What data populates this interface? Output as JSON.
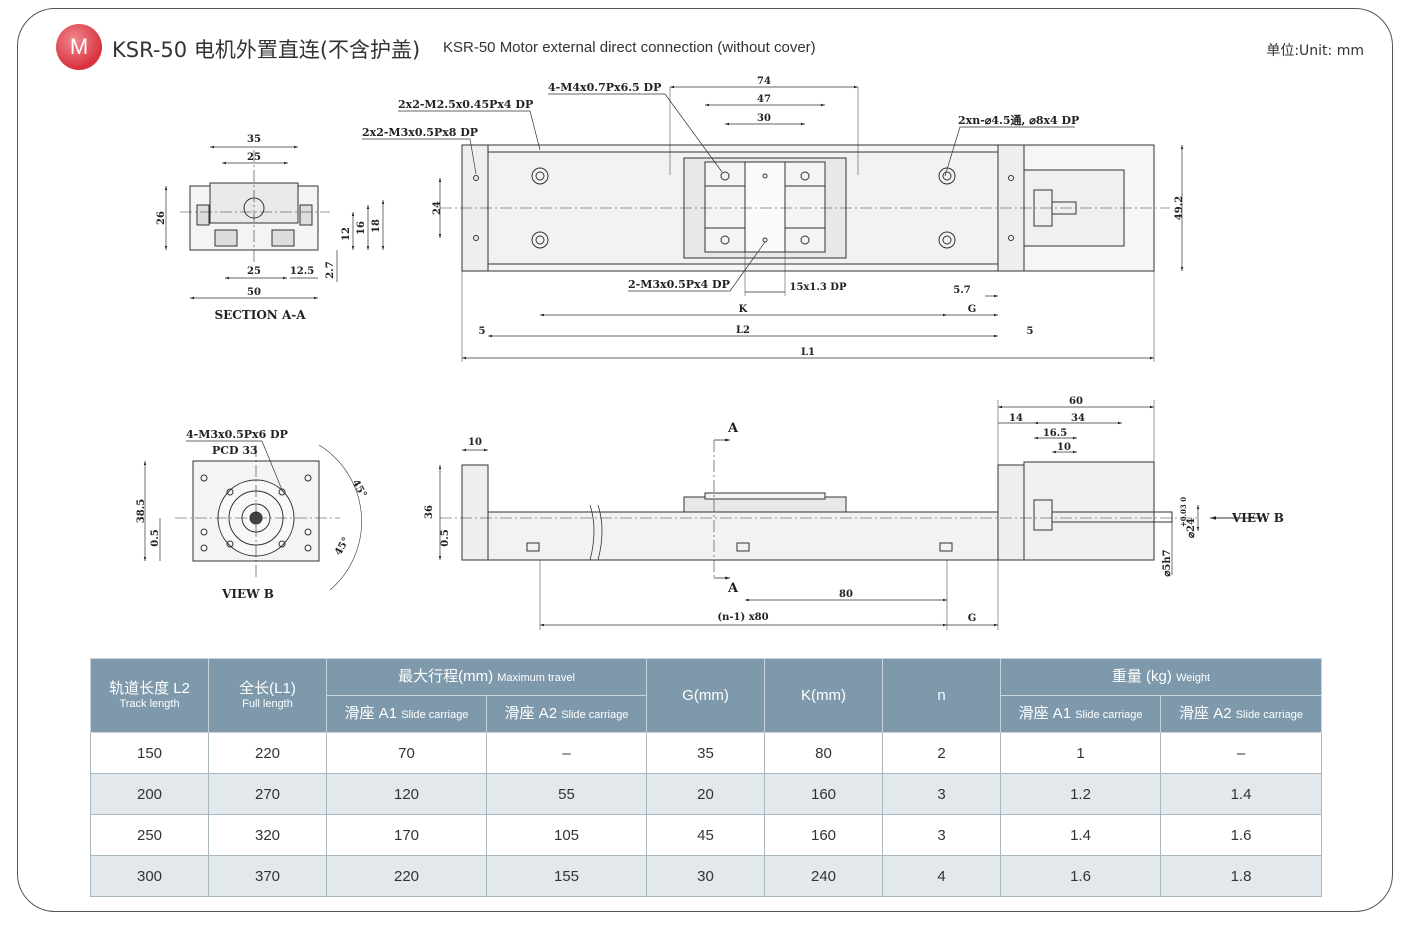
{
  "header": {
    "badge": "M",
    "title_cn": "KSR-50 电机外置直连(不含护盖)",
    "title_en": "KSR-50 Motor  external direct connection (without cover)",
    "unit": "单位:Unit: mm"
  },
  "drawing_labels": {
    "section_title": "SECTION A-A",
    "view_b_title": "VIEW B",
    "view_b_arrow": "VIEW B",
    "sec_35": "35",
    "sec_25top": "25",
    "sec_26": "26",
    "sec_25bot": "25",
    "sec_125": "12.5",
    "sec_50": "50",
    "sec_12": "12",
    "sec_16": "16",
    "sec_18": "18",
    "sec_27": "2.7",
    "top_m25": "2x2-M2.5x0.45Px4 DP",
    "top_m3": "2x2-M3x0.5Px8 DP",
    "top_m4": "4-M4x0.7Px6.5 DP",
    "top_74": "74",
    "top_47": "47",
    "top_30": "30",
    "top_hole": "2xn-⌀4.5通, ⌀8x4 DP",
    "top_24": "24",
    "top_492": "49.2",
    "top_m3b": "2-M3x0.5Px4 DP",
    "top_15": "15x1.3 DP",
    "top_57": "5.7",
    "top_k": "K",
    "top_g": "G",
    "top_5a": "5",
    "top_l2": "L2",
    "top_5b": "5",
    "top_l1": "L1",
    "vb_m3": "4-M3x0.5Px6 DP",
    "vb_pcd": "PCD 33",
    "vb_45a": "45°",
    "vb_45b": "45°",
    "vb_385": "38.5",
    "vb_05": "0.5",
    "side_10": "10",
    "side_36": "36",
    "side_05": "0.5",
    "side_a1": "A",
    "side_a2": "A",
    "side_60": "60",
    "side_14": "14",
    "side_34": "34",
    "side_165": "16.5",
    "side_10b": "10",
    "side_phi24": "⌀24",
    "side_tol": "+0.03 0",
    "side_phi5": "⌀5h7",
    "side_80": "80",
    "side_n80": "(n-1) x80",
    "side_g": "G"
  },
  "table": {
    "headers": {
      "l2": "轨道长度 L2",
      "l2_en": "Track length",
      "l1": "全长(L1)",
      "l1_en": "Full length",
      "travel": "最大行程(mm)",
      "travel_en": "Maximum travel",
      "g": "G(mm)",
      "k": "K(mm)",
      "n": "n",
      "weight": "重量 (kg)",
      "weight_en": "Weight",
      "a1": "滑座 A1",
      "a2": "滑座 A2",
      "slide_en": "Slide carriage"
    },
    "rows": [
      [
        "150",
        "220",
        "70",
        "–",
        "35",
        "80",
        "2",
        "1",
        "–"
      ],
      [
        "200",
        "270",
        "120",
        "55",
        "20",
        "160",
        "3",
        "1.2",
        "1.4"
      ],
      [
        "250",
        "320",
        "170",
        "105",
        "45",
        "160",
        "3",
        "1.4",
        "1.6"
      ],
      [
        "300",
        "370",
        "220",
        "155",
        "30",
        "240",
        "4",
        "1.6",
        "1.8"
      ]
    ]
  }
}
